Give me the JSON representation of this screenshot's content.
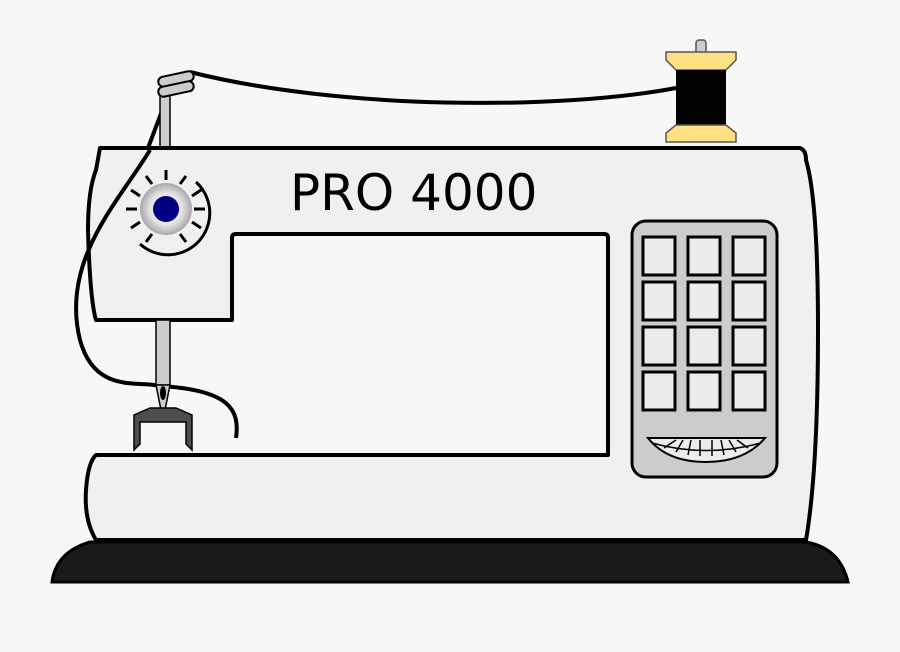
{
  "illustration": {
    "subject": "sewing machine",
    "model_label": "PRO 4000",
    "keypad": {
      "rows": 4,
      "cols": 3
    },
    "colors": {
      "background": "#f7f7f7",
      "body": "#f0f0f0",
      "outline": "#000000",
      "base": "#1a1a1a",
      "panel": "#cccccc",
      "key": "#ececec",
      "knob_center": "#000080",
      "knob_ring": "#c8c8c8",
      "spool": "#ffe082",
      "thread": "#000000",
      "presser_foot": "#4d4d4d",
      "needle": "#cccccc"
    }
  }
}
